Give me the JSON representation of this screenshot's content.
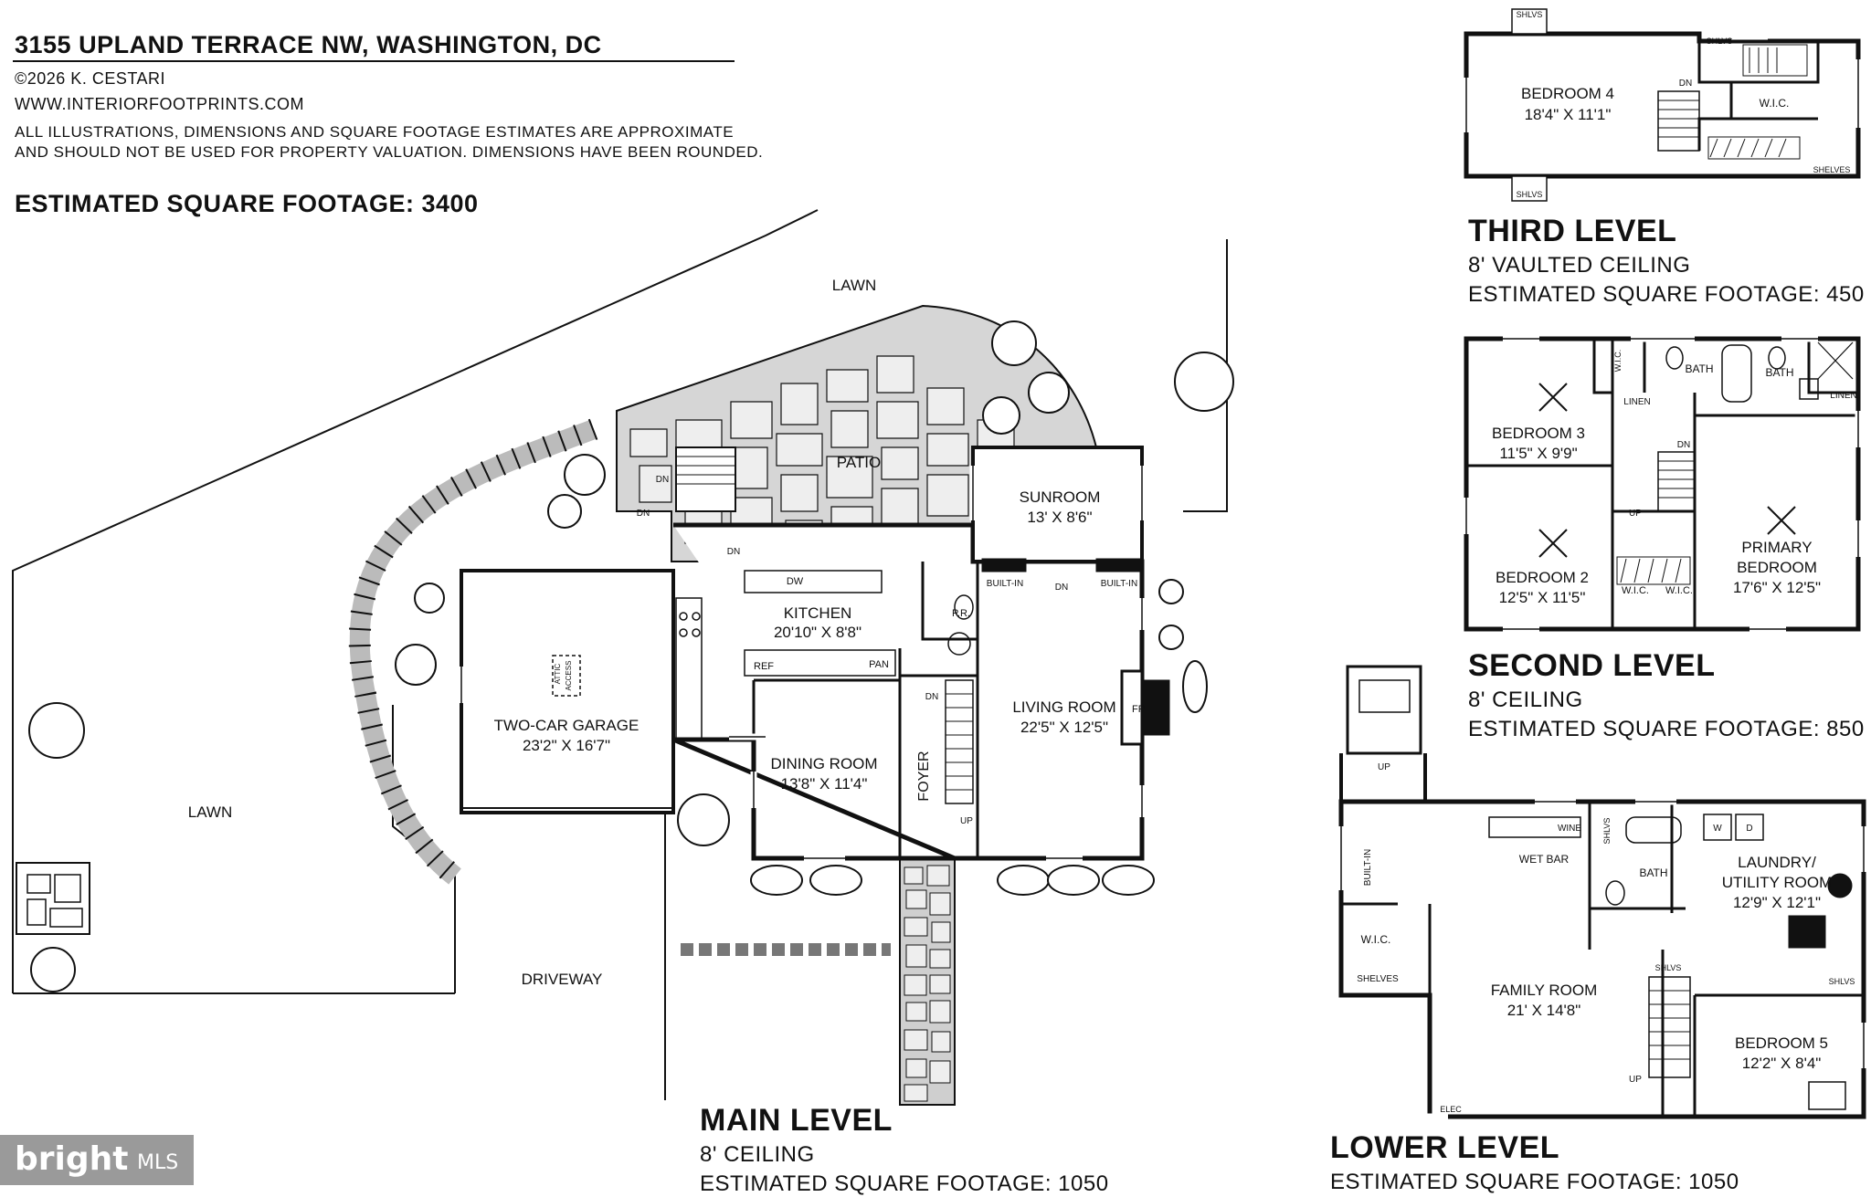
{
  "header": {
    "address": "3155 UPLAND TERRACE NW, WASHINGTON, DC",
    "copyright": "©2026 K. CESTARI",
    "website": "WWW.INTERIORFOOTPRINTS.COM",
    "disclaimer_line1": "ALL ILLUSTRATIONS, DIMENSIONS AND SQUARE FOOTAGE ESTIMATES ARE APPROXIMATE",
    "disclaimer_line2": "AND SHOULD NOT BE USED FOR PROPERTY VALUATION. DIMENSIONS HAVE BEEN ROUNDED.",
    "total_sqft": "ESTIMATED SQUARE FOOTAGE: 3400"
  },
  "levels": {
    "third": {
      "title": "THIRD LEVEL",
      "ceiling": "8' VAULTED CEILING",
      "sqft": "ESTIMATED SQUARE FOOTAGE: 450"
    },
    "second": {
      "title": "SECOND LEVEL",
      "ceiling": "8' CEILING",
      "sqft": "ESTIMATED SQUARE FOOTAGE: 850"
    },
    "main": {
      "title": "MAIN LEVEL",
      "ceiling": "8' CEILING",
      "sqft": "ESTIMATED SQUARE FOOTAGE: 1050"
    },
    "lower": {
      "title": "LOWER LEVEL",
      "sqft": "ESTIMATED SQUARE FOOTAGE: 1050"
    }
  },
  "rooms": {
    "bedroom4": {
      "name": "BEDROOM 4",
      "dims": "18'4\" X 11'1\""
    },
    "bedroom3": {
      "name": "BEDROOM 3",
      "dims": "11'5\" X 9'9\""
    },
    "bedroom2": {
      "name": "BEDROOM 2",
      "dims": "12'5\" X 11'5\""
    },
    "primary": {
      "name1": "PRIMARY",
      "name2": "BEDROOM",
      "dims": "17'6\" X 12'5\""
    },
    "sunroom": {
      "name": "SUNROOM",
      "dims": "13' X 8'6\""
    },
    "kitchen": {
      "name": "KITCHEN",
      "dims": "20'10\" X 8'8\""
    },
    "living": {
      "name": "LIVING ROOM",
      "dims": "22'5\" X 12'5\""
    },
    "dining": {
      "name": "DINING ROOM",
      "dims": "13'8\" X 11'4\""
    },
    "garage": {
      "name": "TWO-CAR GARAGE",
      "dims": "23'2\" X 16'7\""
    },
    "family": {
      "name": "FAMILY ROOM",
      "dims": "21' X 14'8\""
    },
    "laundry": {
      "name1": "LAUNDRY/",
      "name2": "UTILITY ROOM",
      "dims": "12'9\" X 12'1\""
    },
    "bedroom5": {
      "name": "BEDROOM 5",
      "dims": "12'2\" X 8'4\""
    }
  },
  "labels": {
    "lawn": "LAWN",
    "patio": "PATIO",
    "driveway": "DRIVEWAY",
    "foyer": "FOYER",
    "pr": "P.R.",
    "fp": "FP",
    "builtin": "BUILT-IN",
    "attic1": "ATTIC",
    "attic2": "ACCESS",
    "ref": "REF",
    "pan": "PAN",
    "dw": "DW",
    "dn": "DN",
    "up": "UP",
    "shlvs": "SHLVS",
    "shelves": "SHELVES",
    "wic": "W.I.C.",
    "bath": "BATH",
    "linen": "LINEN",
    "wetbar": "WET BAR",
    "wine": "WINE",
    "elec": "ELEC",
    "w": "W",
    "d": "D"
  },
  "logo": {
    "brand": "bright",
    "suffix": "MLS"
  }
}
